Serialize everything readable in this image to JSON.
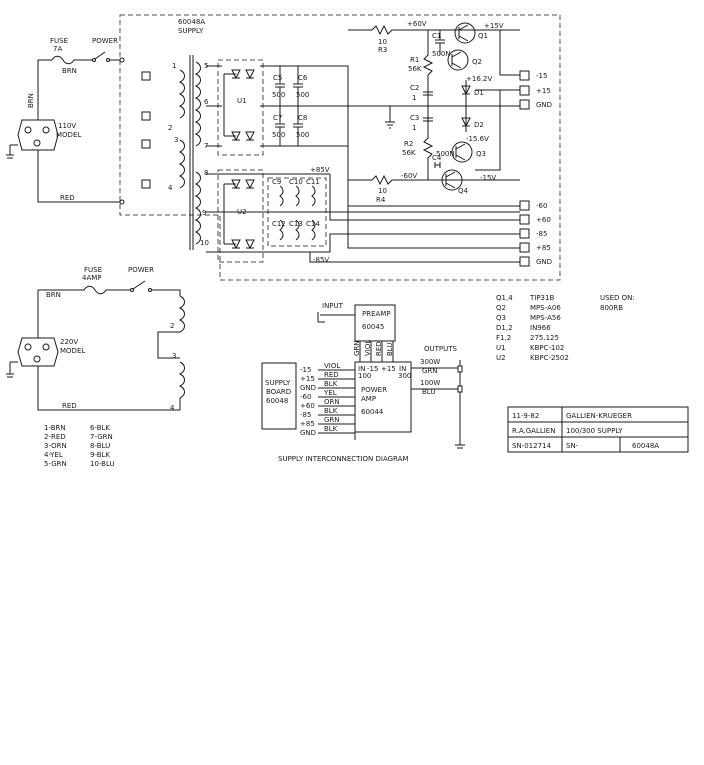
{
  "supply_box": {
    "label_top": "60048A",
    "label_bottom": "SUPPLY"
  },
  "fuse_110": {
    "label_top": "FUSE",
    "label_bottom": "7A"
  },
  "power_110": "POWER",
  "plug_110": {
    "line1": "110V",
    "line2": "MODEL"
  },
  "wire_brn": "BRN",
  "wire_red": "RED",
  "switch_brn": "BRN",
  "transformer_pins": [
    "1",
    "2",
    "3",
    "4",
    "5",
    "6",
    "7",
    "8",
    "9",
    "10"
  ],
  "rectifiers": [
    "U1",
    "U2"
  ],
  "caps_top": [
    "C5",
    "C6",
    "C7",
    "C8"
  ],
  "cap_values": [
    "500",
    "500",
    "500",
    "500"
  ],
  "caps_bottom": [
    "C9",
    "C10",
    "C11",
    "C12",
    "C13",
    "C14"
  ],
  "rails": {
    "p85": "+85V",
    "m85": "-85V",
    "p60": "+60V",
    "m60": "-60V"
  },
  "regulator": {
    "r3": "10",
    "r3_name": "R3",
    "r4": "10",
    "r4_name": "R4",
    "r1": "R1",
    "r1_val": "56K",
    "r2": "R2",
    "r2_val": "56K",
    "c1": "C1",
    "c1_val": "500N",
    "c2": "C2",
    "c2_val": "1",
    "c3": "C3",
    "c3_val": "1",
    "c4": "C4",
    "c4_val": "500N",
    "q": [
      "Q1",
      "Q2",
      "Q3",
      "Q4"
    ],
    "d1": "D1",
    "d2": "D2",
    "v_p15": "+15V",
    "v_p162": "+16.2V",
    "v_m156": "-15.6V",
    "v_m15": "-15V"
  },
  "terminals": [
    "-15",
    "+15",
    "GND",
    "-60",
    "+60",
    "-85",
    "+85",
    "GND"
  ],
  "fuse_220": {
    "label_top": "FUSE",
    "label_bottom": "4AMP"
  },
  "power_220": "POWER",
  "plug_220": {
    "line1": "220V",
    "line2": "MODEL"
  },
  "wire_brn_220": "BRN",
  "wire_red_220": "RED",
  "color_code": [
    "1-BRN",
    "2-RED",
    "3-ORN",
    "4-YEL",
    "5-GRN",
    "6-BLK",
    "7-GRN",
    "8-BLU",
    "9-BLK",
    "10-BLU"
  ],
  "interconnect": {
    "input_label": "INPUT",
    "preamp": {
      "line1": "PREAMP",
      "line2": "60045"
    },
    "supply_board": {
      "line1": "SUPPLY",
      "line2": "BOARD",
      "line3": "60048"
    },
    "power_amp": {
      "line1": "POWER",
      "line2": "AMP",
      "line3": "60044"
    },
    "supply_pins": [
      "-15",
      "+15",
      "GND",
      "-60",
      "+60",
      "-85",
      "+85",
      "GND"
    ],
    "wire_colors": [
      "VIOL",
      "RED",
      "BLK",
      "YEL",
      "ORN",
      "BLK",
      "GRN",
      "BLK"
    ],
    "preamp_wires": [
      "GRN",
      "VIOL",
      "RED",
      "BLU"
    ],
    "amp_pins_top": [
      "IN",
      "-15",
      "+15",
      "IN",
      "100",
      "300"
    ],
    "outputs": {
      "label": "OUTPUTS",
      "w300": "300W",
      "grn": "GRN",
      "w100": "100W",
      "blu": "BLU"
    },
    "caption": "SUPPLY INTERCONNECTION DIAGRAM"
  },
  "parts_list": [
    {
      "ref": "Q1,4",
      "part": "TIP31B"
    },
    {
      "ref": "Q2",
      "part": "MPS-A06"
    },
    {
      "ref": "Q3",
      "part": "MPS-A56"
    },
    {
      "ref": "D1,2",
      "part": "IN966"
    },
    {
      "ref": "F1,2",
      "part": "275.125"
    },
    {
      "ref": "U1",
      "part": "KBPC-102"
    },
    {
      "ref": "U2",
      "part": "KBPC-2502"
    }
  ],
  "used_on": {
    "label": "USED ON:",
    "value": "800RB"
  },
  "title_block": {
    "date": "11-9-82",
    "company": "GALLIEN-KRUEGER",
    "drawn_by": "R.A.GALLIEN",
    "title": "100/300 SUPPLY",
    "sn_left": "SN-012714",
    "sn_right": "SN-",
    "part_no": "60048A"
  }
}
